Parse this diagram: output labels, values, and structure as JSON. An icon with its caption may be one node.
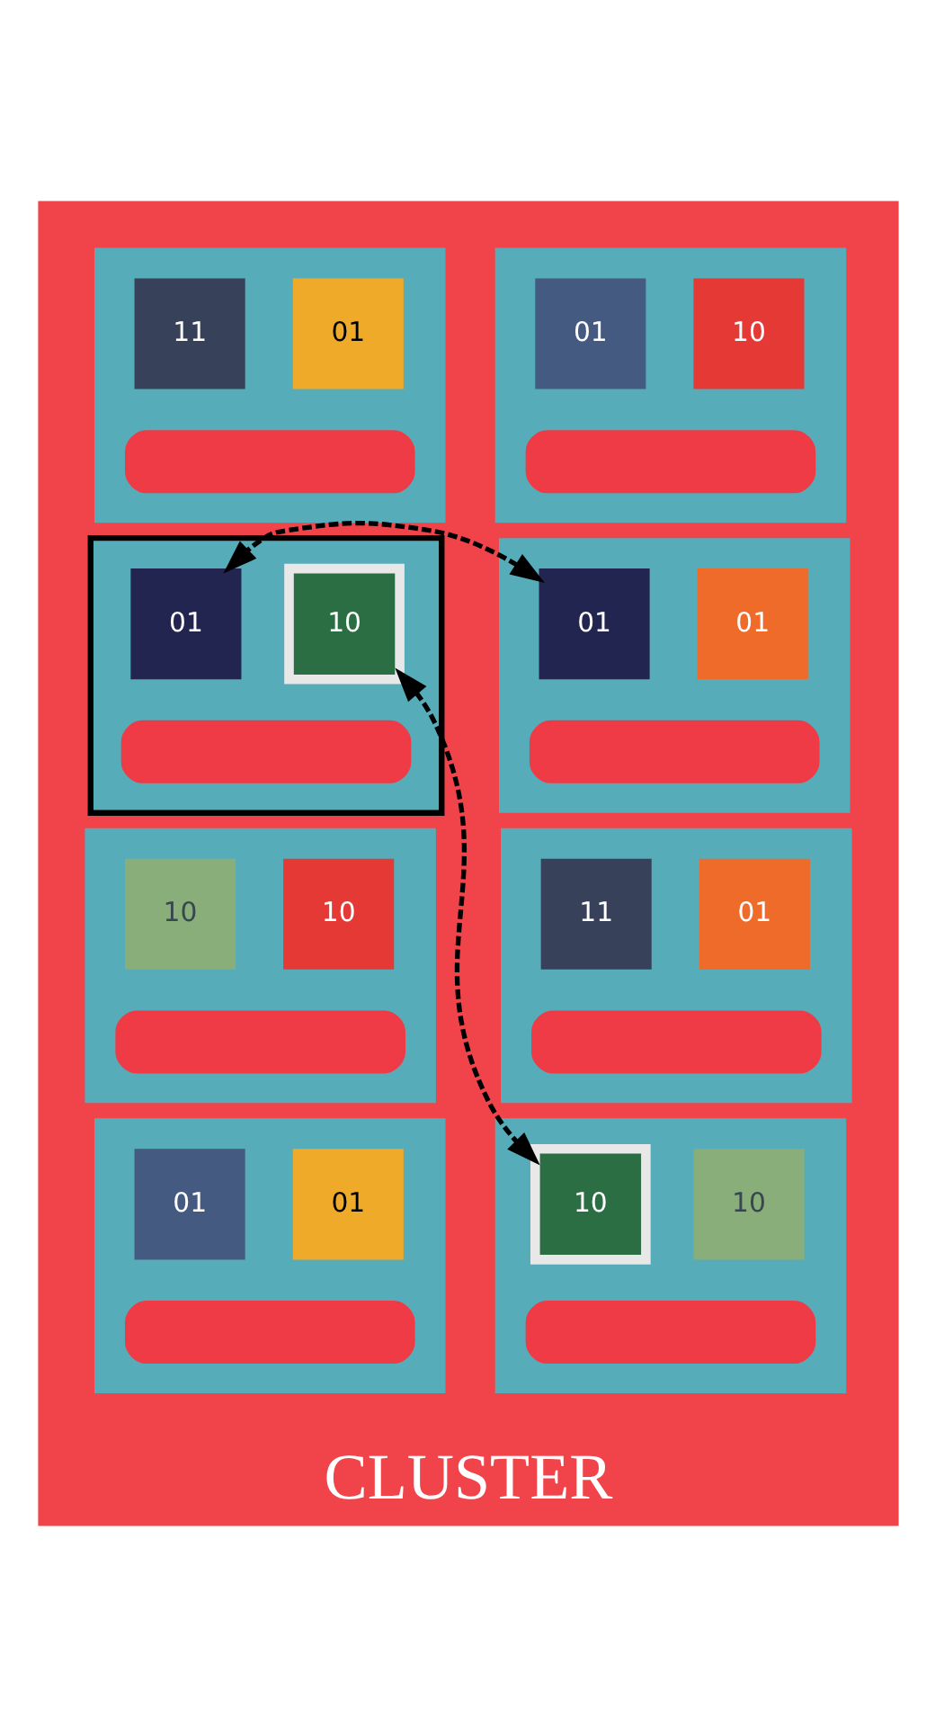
{
  "diagram": {
    "nodes": [
      {
        "text": [
          "CLUSTER"
        ]
      },
      {
        "text": [],
        "shape": "box",
        "in": 0
      },
      {
        "text": [
          "10"
        ],
        "in": 1
      },
      {
        "text": [
          "01"
        ],
        "in": 1
      },
      {
        "text": [],
        "shape": "bar",
        "in": 1
      },
      {
        "text": [],
        "shape": "box",
        "in": 0
      },
      {
        "text": [
          "01"
        ],
        "in": 5
      },
      {
        "text": [
          "11"
        ],
        "in": 5
      },
      {
        "text": [],
        "shape": "bar",
        "in": 5
      },
      {
        "text": [],
        "shape": "box",
        "in": 0
      },
      {
        "text": [
          "01"
        ],
        "in": 9
      },
      {
        "text": [
          "01"
        ],
        "in": 9
      },
      {
        "text": [],
        "shape": "bar",
        "in": 9
      },
      {
        "text": [],
        "shape": "box",
        "in": 0
      },
      {
        "text": [
          "10"
        ],
        "in": 13
      },
      {
        "text": [
          "01"
        ],
        "in": 13
      },
      {
        "text": [],
        "shape": "bar",
        "in": 13
      },
      {
        "text": [],
        "shape": "box",
        "in": 0
      },
      {
        "text": [
          "01"
        ],
        "in": 17
      },
      {
        "text": [
          "11"
        ],
        "in": 17
      },
      {
        "text": [],
        "shape": "bar",
        "in": 17
      },
      {
        "text": [],
        "shape": "box",
        "in": 0
      },
      {
        "text": [
          "10"
        ],
        "in": 21
      },
      {
        "text": [
          "10"
        ],
        "in": 21
      },
      {
        "text": [],
        "shape": "bar",
        "in": 21
      },
      {
        "text": [],
        "shape": "box",
        "in": 0
      },
      {
        "text": [
          "10"
        ],
        "in": 25
      },
      {
        "text": [
          "10"
        ],
        "in": 25
      },
      {
        "text": [],
        "shape": "bar",
        "in": 25
      },
      {
        "text": [],
        "shape": "box",
        "in": 0
      },
      {
        "text": [
          "01"
        ],
        "in": 29
      },
      {
        "text": [
          "01"
        ],
        "in": 29
      },
      {
        "text": [],
        "shape": "bar",
        "in": 29
      }
    ],
    "edges": [
      {
        "from": 11,
        "to": 15,
        "arrow": "both",
        "style": "dashed"
      },
      {
        "from": 14,
        "to": 27,
        "arrow": "both",
        "style": "dashed"
      }
    ]
  }
}
